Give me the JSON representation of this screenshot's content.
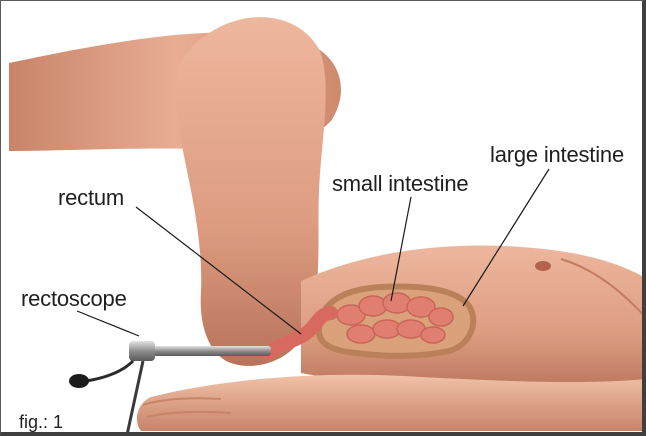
{
  "labels": {
    "rectum": "rectum",
    "small_intestine": "small intestine",
    "large_intestine": "large intestine",
    "rectoscope": "rectoscope"
  },
  "caption": "fig.: 1",
  "colors": {
    "skin": "#e2a68b",
    "skin_shadow": "#b87358",
    "intestine": "#d9786b",
    "colon": "#c98a6a",
    "instrument": "#9a9a9a",
    "leader_line": "#1a1a1a"
  }
}
